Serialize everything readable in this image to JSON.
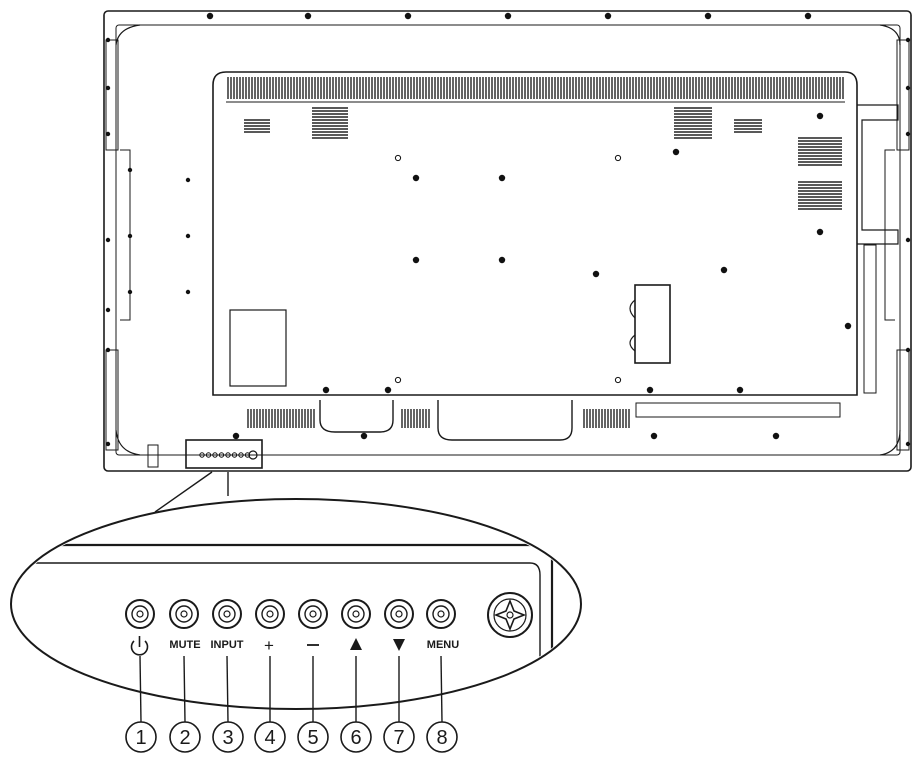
{
  "buttons": [
    {
      "label": "⏻",
      "icon": "power-icon",
      "name": "power-button"
    },
    {
      "label": "MUTE",
      "icon": null,
      "name": "mute-button"
    },
    {
      "label": "INPUT",
      "icon": null,
      "name": "input-button"
    },
    {
      "label": "+",
      "icon": "plus-icon",
      "name": "plus-button"
    },
    {
      "label": "—",
      "icon": "minus-icon",
      "name": "minus-button"
    },
    {
      "label": "▲",
      "icon": "up-arrow-icon",
      "name": "up-button"
    },
    {
      "label": "▼",
      "icon": "down-arrow-icon",
      "name": "down-button"
    },
    {
      "label": "MENU",
      "icon": null,
      "name": "menu-button"
    }
  ],
  "callouts": [
    "1",
    "2",
    "3",
    "4",
    "5",
    "6",
    "7",
    "8"
  ],
  "colors": {
    "line": "#1a1a1a",
    "background": "#ffffff",
    "grille": "#222222"
  }
}
